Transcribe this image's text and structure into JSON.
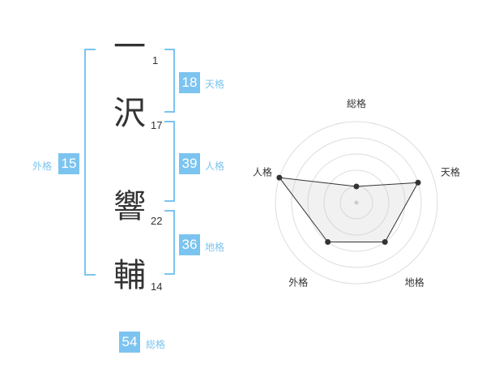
{
  "name_chars": [
    {
      "char": "一",
      "strokes": "1"
    },
    {
      "char": "沢",
      "strokes": "17"
    },
    {
      "char": "響",
      "strokes": "22"
    },
    {
      "char": "輔",
      "strokes": "14"
    }
  ],
  "fortunes": {
    "tenkaku": {
      "value": "18",
      "label": "天格"
    },
    "jinkaku": {
      "value": "39",
      "label": "人格"
    },
    "chikaku": {
      "value": "36",
      "label": "地格"
    },
    "gaikaku": {
      "value": "15",
      "label": "外格"
    },
    "soukaku": {
      "value": "54",
      "label": "総格"
    }
  },
  "colors": {
    "accent": "#7cc4f0",
    "text": "#333333",
    "grid": "#dddddd"
  },
  "chart_data": {
    "type": "radar",
    "axes": [
      "総格",
      "天格",
      "地格",
      "外格",
      "人格"
    ],
    "values": [
      1,
      4,
      3,
      3,
      5
    ],
    "max": 5
  }
}
